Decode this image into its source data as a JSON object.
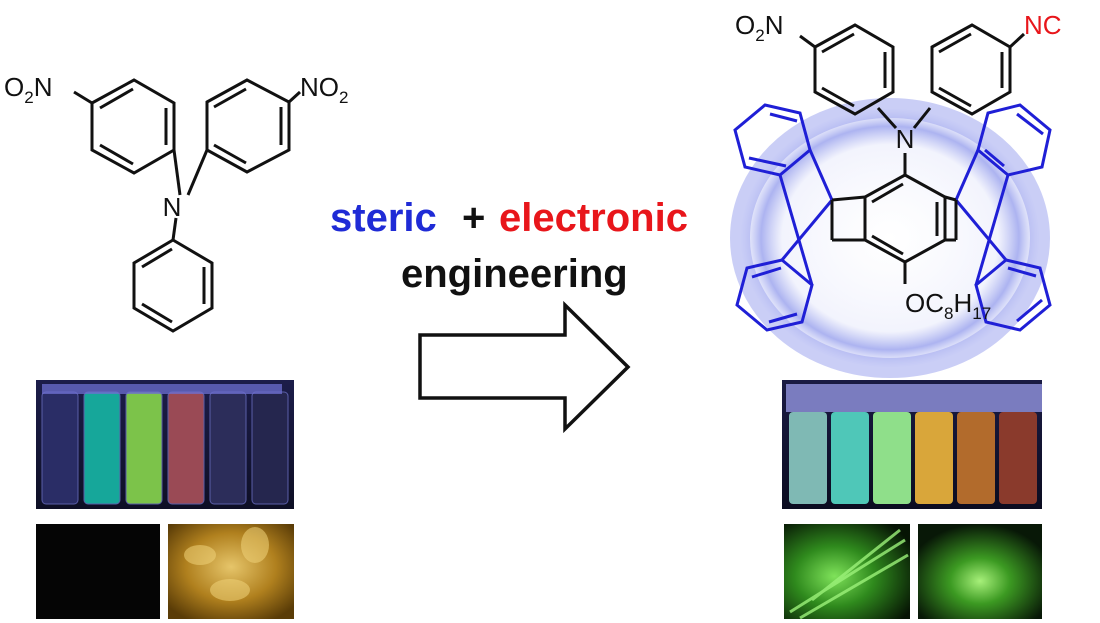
{
  "headline": {
    "word_steric": "steric",
    "word_plus": "+",
    "word_electronic": "electronic",
    "word_engineering": "engineering",
    "color_steric": "#1f2bd6",
    "color_electronic": "#e8161b",
    "color_engineering": "#111111"
  },
  "left_molecule": {
    "no2_left": {
      "main": "O",
      "sub": "2",
      "tail": "N"
    },
    "no2_right": {
      "main": "NO",
      "sub": "2"
    },
    "n_center": "N"
  },
  "right_molecule": {
    "no2": {
      "main": "O",
      "sub": "2",
      "tail": "N"
    },
    "nc": "NC",
    "n_center": "N",
    "alkoxy": {
      "a": "OC",
      "b": "8",
      "c": "H",
      "d": "17"
    },
    "color_triptycene": "#1f1fd6",
    "color_nc": "#e8161b",
    "halo_color": "#9ea6ee"
  },
  "photos": {
    "left_vials_count": 6,
    "right_vials_count": 6
  }
}
